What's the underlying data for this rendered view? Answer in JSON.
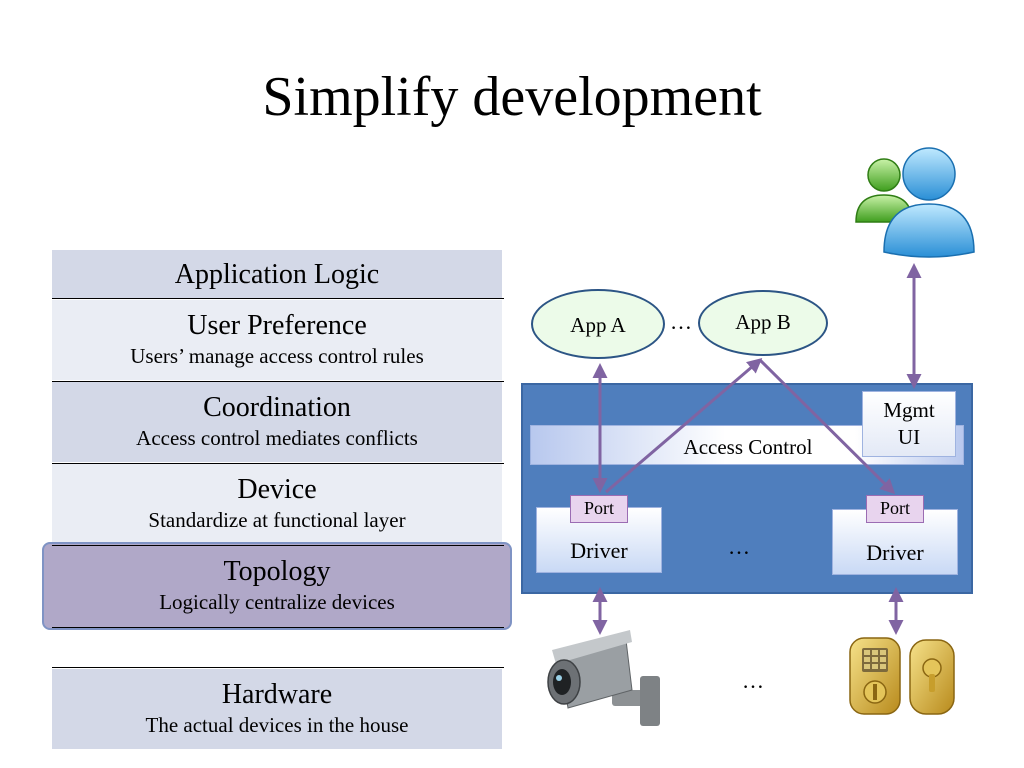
{
  "slide": {
    "title": "Simplify development"
  },
  "layers": [
    {
      "name": "Application Logic",
      "description": ""
    },
    {
      "name": "User Preference",
      "description": "Users’ manage access control rules"
    },
    {
      "name": "Coordination",
      "description": "Access control mediates conflicts"
    },
    {
      "name": "Device",
      "description": "Standardize at functional layer"
    },
    {
      "name": "Topology",
      "description": "Logically centralize devices"
    },
    {
      "name": "Hardware",
      "description": "The actual devices in the house"
    }
  ],
  "architecture": {
    "apps": [
      "App A",
      "App B"
    ],
    "apps_ellipsis": "…",
    "access_control": "Access Control",
    "mgmt_ui": [
      "Mgmt",
      "UI"
    ],
    "port_label": "Port",
    "driver_label": "Driver",
    "drivers_ellipsis": "…",
    "devices_ellipsis": "…",
    "devices": [
      "security-camera",
      "door-lock"
    ],
    "user_icon": "users-icon"
  },
  "colors": {
    "panel": "#4f7ebd",
    "arrow": "#8064a2",
    "app_fill": "#ecfbe9",
    "app_border": "#2c5585",
    "topology_highlight": "#b0a8c8"
  }
}
